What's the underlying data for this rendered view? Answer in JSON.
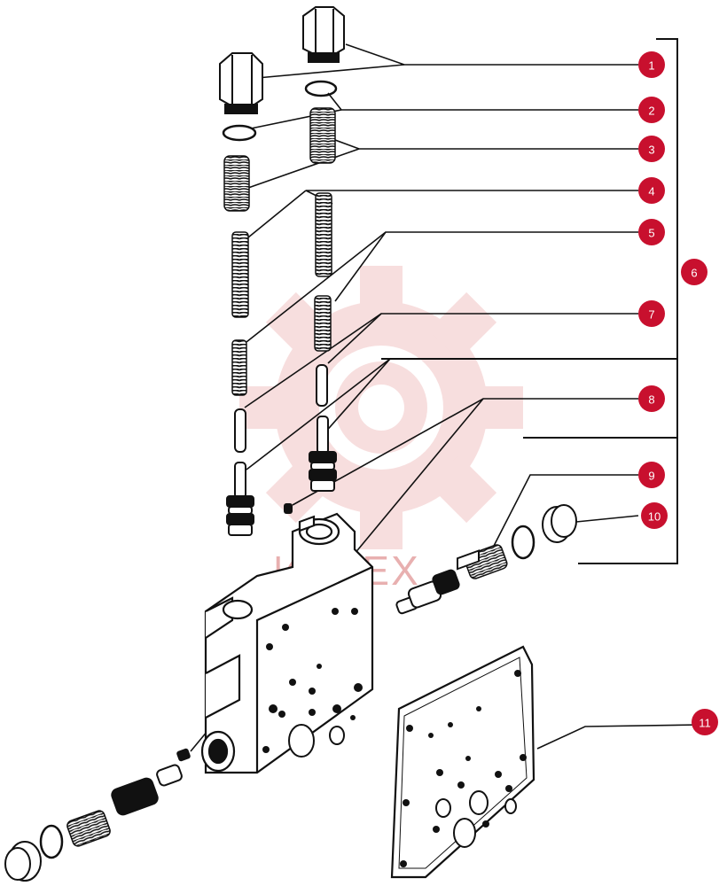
{
  "watermark": {
    "text": "ИНТЕХ",
    "color": "#f2c4c4"
  },
  "callout_color": "#c8102e",
  "callouts": [
    {
      "id": "1",
      "label": "1"
    },
    {
      "id": "2",
      "label": "2"
    },
    {
      "id": "3",
      "label": "3"
    },
    {
      "id": "4",
      "label": "4"
    },
    {
      "id": "5",
      "label": "5"
    },
    {
      "id": "6",
      "label": "6"
    },
    {
      "id": "7",
      "label": "7"
    },
    {
      "id": "8",
      "label": "8"
    },
    {
      "id": "9",
      "label": "9"
    },
    {
      "id": "10",
      "label": "10"
    },
    {
      "id": "11",
      "label": "11"
    }
  ]
}
